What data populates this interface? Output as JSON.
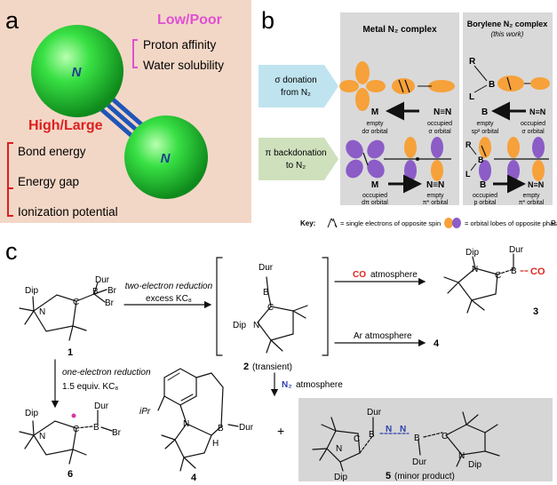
{
  "panel_a": {
    "letter": "a",
    "atom_label": "N",
    "low_heading": "Low/Poor",
    "low_items": [
      "Proton affinity",
      "Water solubility"
    ],
    "high_heading": "High/Large",
    "high_items": [
      "Bond energy",
      "Energy gap",
      "Ionization potential"
    ],
    "colors": {
      "background": "#f3d7c6",
      "atom": "#2bd63a",
      "bond": "#1f55b8",
      "low": "#e04fd3",
      "high": "#dd1f1f"
    }
  },
  "panel_b": {
    "letter": "b",
    "metal_title": "Metal N₂ complex",
    "borylene_title": "Borylene N₂ complex",
    "borylene_note": "(this work)",
    "row1_label": [
      "σ donation",
      "from N₂"
    ],
    "row2_label": [
      "π backdonation",
      "to N₂"
    ],
    "metal": {
      "M": "M",
      "N2": "N≡N",
      "r1_left": [
        "empty",
        "dσ orbital"
      ],
      "r1_right": [
        "occupied",
        "σ orbital"
      ],
      "r2_left": [
        "occupied",
        "dπ orbital"
      ],
      "r2_right": [
        "empty",
        "π* orbital"
      ]
    },
    "borylene": {
      "R": "R",
      "L": "L",
      "B": "B",
      "N2": "N≡N",
      "r1_left": [
        "empty",
        "sp² orbital"
      ],
      "r1_right": [
        "occupied",
        "σ orbital"
      ],
      "r2_left": [
        "occupied",
        "p orbital"
      ],
      "r2_right": [
        "empty",
        "π* orbital"
      ]
    },
    "key_label": "Key:",
    "key_text1": "= single electrons of opposite spin",
    "key_text2": "= orbital lobes of opposite phase",
    "key_cut": "R",
    "colors": {
      "orange": "#f6a13a",
      "purple": "#8c5cc7",
      "row1_arrow": "#bfe4ef",
      "row2_arrow": "#cfe0bd",
      "box": "#d9d9d9"
    }
  },
  "panel_c": {
    "letter": "c",
    "labels": {
      "dip": "Dip",
      "dur": "Dur",
      "B": "B",
      "N": "N",
      "C": "C",
      "Br": "Br",
      "iPr": "iPr",
      "H": "H",
      "CO": "CO"
    },
    "cmpd1": "1",
    "cmpd2": "2",
    "cmpd2_note": "(transient)",
    "cmpd3": "3",
    "cmpd4": "4",
    "cmpd5": "5",
    "cmpd5_note": "(minor product)",
    "cmpd6": "6",
    "two_e_reduction": "two-electron reduction",
    "excess_kc8": "excess KC₈",
    "one_e_reduction": "one-electron reduction",
    "equiv_kc8": "1.5 equiv. KC₈",
    "co_word": "CO",
    "atmosphere": "atmosphere",
    "ar_atmosphere": "Ar atmosphere",
    "ar_product": "4",
    "n2_word": "N₂",
    "plus": "+",
    "colors": {
      "co": "#e0261f",
      "n2": "#2f3fb0",
      "radical": "#d43aa8",
      "box": "#d6d6d6"
    }
  }
}
